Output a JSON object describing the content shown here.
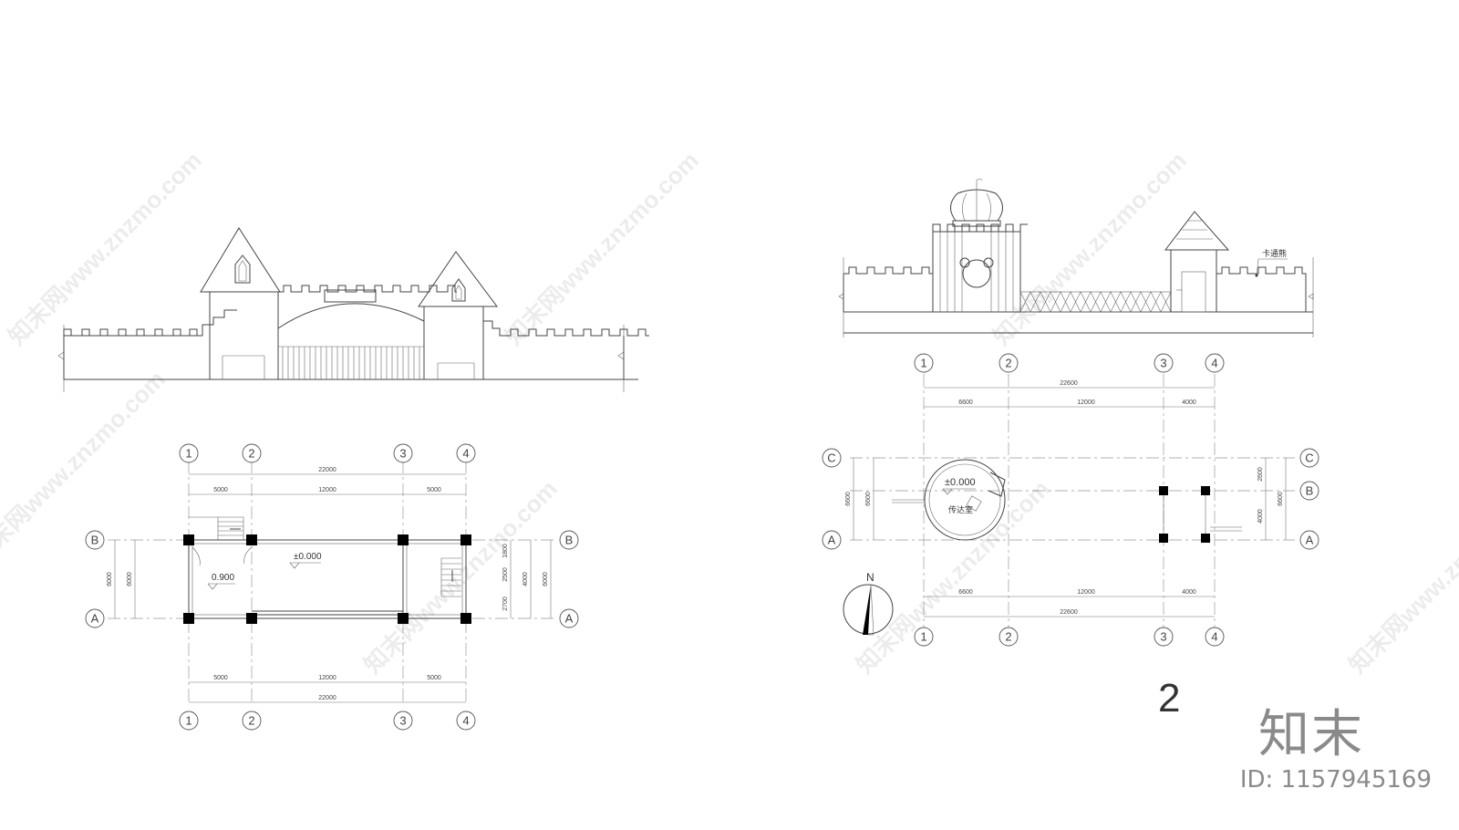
{
  "watermark": {
    "text": "知末网www.znzmo.com",
    "logo": "知末",
    "id_label": "ID: 1157945169"
  },
  "left_plan": {
    "axes_x": [
      "1",
      "2",
      "3",
      "4"
    ],
    "axes_y": [
      "A",
      "B"
    ],
    "dim_total": "22000",
    "dim_segments": [
      "5000",
      "12000",
      "5000"
    ],
    "dim_total_bottom": "22000",
    "dim_segments_bottom": [
      "5000",
      "12000",
      "5000"
    ],
    "dim_side_left": [
      "6000",
      "6000"
    ],
    "dim_side_right": [
      "1800",
      "2500",
      "2700",
      "4000",
      "6000"
    ],
    "level_main": "±0.000",
    "level_side": "0.900"
  },
  "right_elevation": {
    "note": "卡通熊"
  },
  "right_plan": {
    "axes_x": [
      "1",
      "2",
      "3",
      "4"
    ],
    "axes_y": [
      "A",
      "B",
      "C"
    ],
    "dim_total": "22600",
    "dim_segments": [
      "6600",
      "12000",
      "4000"
    ],
    "dim_total_bottom": "22600",
    "dim_segments_bottom": [
      "6600",
      "12000",
      "4000"
    ],
    "dim_side_left": [
      "6600",
      "6600"
    ],
    "dim_side_right": [
      "2600",
      "4000",
      "6600"
    ],
    "level_main": "±0.000",
    "room_label": "传达室",
    "north": "N",
    "sheet_number": "2"
  }
}
